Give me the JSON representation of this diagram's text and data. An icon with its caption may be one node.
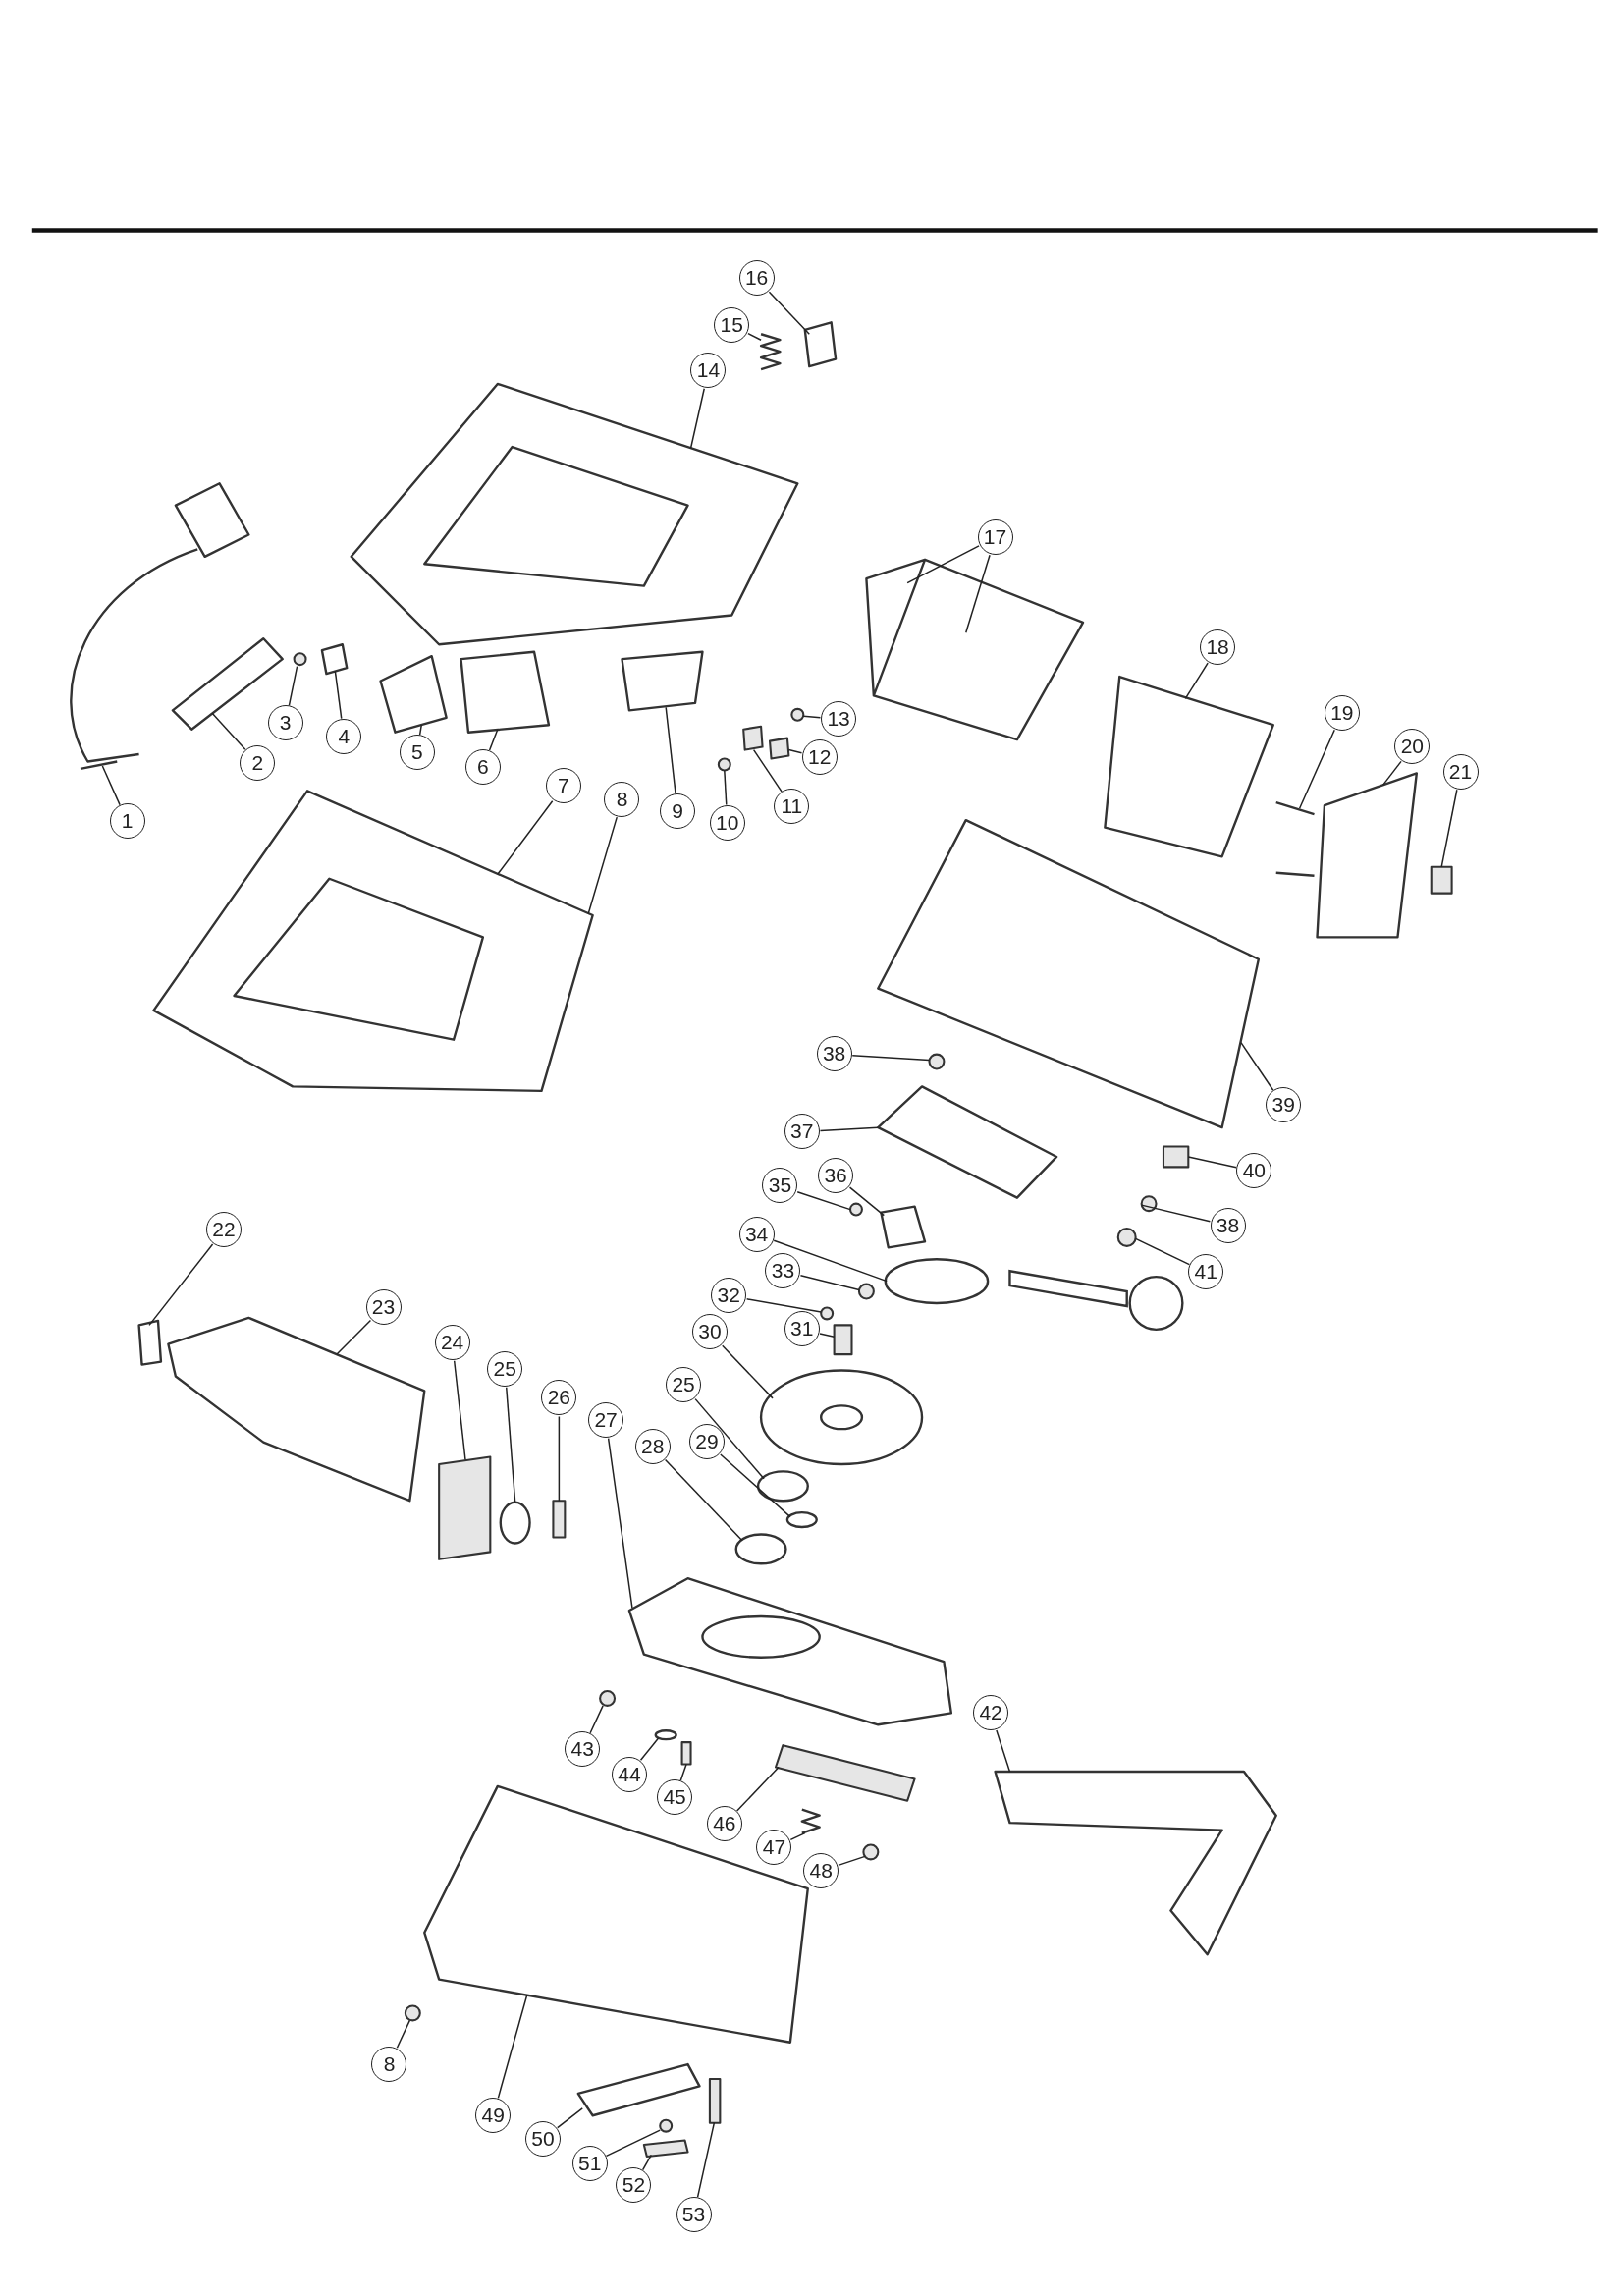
{
  "diagram": {
    "nodes": [
      {
        "text": [
          "16"
        ]
      },
      {
        "text": [
          "15"
        ]
      },
      {
        "text": [
          "14"
        ]
      },
      {
        "text": [
          "17"
        ]
      },
      {
        "text": [
          "18"
        ]
      },
      {
        "text": [
          "19"
        ]
      },
      {
        "text": [
          "20"
        ]
      },
      {
        "text": [
          "21"
        ]
      },
      {
        "text": [
          "13"
        ]
      },
      {
        "text": [
          "12"
        ]
      },
      {
        "text": [
          "1"
        ]
      },
      {
        "text": [
          "2"
        ]
      },
      {
        "text": [
          "3"
        ]
      },
      {
        "text": [
          "4"
        ]
      },
      {
        "text": [
          "5"
        ]
      },
      {
        "text": [
          "6"
        ]
      },
      {
        "text": [
          "9"
        ]
      },
      {
        "text": [
          "10"
        ]
      },
      {
        "text": [
          "11"
        ]
      },
      {
        "text": [
          "7"
        ]
      },
      {
        "text": [
          "8"
        ]
      },
      {
        "text": [
          "38"
        ]
      },
      {
        "text": [
          "37"
        ]
      },
      {
        "text": [
          "39"
        ]
      },
      {
        "text": [
          "40"
        ]
      },
      {
        "text": [
          "36"
        ]
      },
      {
        "text": [
          "35"
        ]
      },
      {
        "text": [
          "38"
        ]
      },
      {
        "text": [
          "34"
        ]
      },
      {
        "text": [
          "41"
        ]
      },
      {
        "text": [
          "22"
        ]
      },
      {
        "text": [
          "23"
        ]
      },
      {
        "text": [
          "32"
        ]
      },
      {
        "text": [
          "33"
        ]
      },
      {
        "text": [
          "31"
        ]
      },
      {
        "text": [
          "30"
        ]
      },
      {
        "text": [
          "24"
        ]
      },
      {
        "text": [
          "25"
        ]
      },
      {
        "text": [
          "26"
        ]
      },
      {
        "text": [
          "27"
        ]
      },
      {
        "text": [
          "25"
        ]
      },
      {
        "text": [
          "28"
        ]
      },
      {
        "text": [
          "29"
        ]
      },
      {
        "text": [
          "42"
        ]
      },
      {
        "text": [
          "43"
        ]
      },
      {
        "text": [
          "44"
        ]
      },
      {
        "text": [
          "45"
        ]
      },
      {
        "text": [
          "46"
        ]
      },
      {
        "text": [
          "47"
        ]
      },
      {
        "text": [
          "48"
        ]
      },
      {
        "text": [
          "8"
        ]
      },
      {
        "text": [
          "49"
        ]
      },
      {
        "text": [
          "50"
        ]
      },
      {
        "text": [
          "51"
        ]
      },
      {
        "text": [
          "52"
        ]
      },
      {
        "text": [
          "53"
        ]
      },
      {
        "text": [],
        "shape": "picture"
      },
      {
        "text": [],
        "shape": "picture"
      },
      {
        "text": [],
        "shape": "picture"
      },
      {
        "text": [],
        "shape": "picture"
      },
      {
        "text": [],
        "shape": "picture"
      },
      {
        "text": [],
        "shape": "picture"
      },
      {
        "text": [],
        "shape": "picture"
      },
      {
        "text": [],
        "shape": "box"
      },
      {
        "text": [],
        "shape": "circle"
      },
      {
        "text": [],
        "shape": "box"
      },
      {
        "text": [],
        "shape": "picture"
      },
      {
        "text": [],
        "shape": "picture"
      },
      {
        "text": [],
        "shape": "circle"
      },
      {
        "text": [],
        "shape": "picture"
      },
      {
        "text": [],
        "shape": "picture"
      },
      {
        "text": [],
        "shape": "picture"
      },
      {
        "text": [],
        "shape": "picture"
      },
      {
        "text": [],
        "shape": "circle"
      },
      {
        "text": [],
        "shape": "box"
      },
      {
        "text": [],
        "shape": "picture"
      },
      {
        "text": [],
        "shape": "circle"
      },
      {
        "text": [],
        "shape": "picture"
      },
      {
        "text": [],
        "shape": "picture"
      },
      {
        "text": [],
        "shape": "box"
      },
      {
        "text": [],
        "shape": "picture"
      },
      {
        "text": [],
        "shape": "circle"
      },
      {
        "text": [],
        "shape": "circle"
      },
      {
        "text": [],
        "shape": "picture"
      },
      {
        "text": [],
        "shape": "circle"
      },
      {
        "text": [],
        "shape": "picture"
      },
      {
        "text": [],
        "shape": "picture"
      },
      {
        "text": [],
        "shape": "circle"
      },
      {
        "text": [],
        "shape": "circle"
      },
      {
        "text": [],
        "shape": "box"
      },
      {
        "text": [],
        "shape": "picture"
      },
      {
        "text": [],
        "shape": "box"
      },
      {
        "text": [],
        "shape": "picture"
      },
      {
        "text": [],
        "shape": "box"
      },
      {
        "text": [],
        "shape": "picture"
      },
      {
        "text": [],
        "shape": "picture"
      },
      {
        "text": [],
        "shape": "picture"
      },
      {
        "text": [],
        "shape": "picture"
      },
      {
        "text": [],
        "shape": "picture"
      },
      {
        "text": [],
        "shape": "circle"
      },
      {
        "text": [],
        "shape": "picture"
      },
      {
        "text": [],
        "shape": "box"
      },
      {
        "text": [],
        "shape": "box"
      },
      {
        "text": [],
        "shape": "picture"
      },
      {
        "text": [],
        "shape": "circle"
      },
      {
        "text": [],
        "shape": "circle"
      },
      {
        "text": [],
        "shape": "picture"
      },
      {
        "text": [],
        "shape": "picture"
      },
      {
        "text": [],
        "shape": "circle"
      },
      {
        "text": [],
        "shape": "box"
      },
      {
        "text": [],
        "shape": "box"
      }
    ],
    "edges": [
      {
        "from": 0,
        "to": 56,
        "arrow": "none"
      },
      {
        "from": 1,
        "to": 57,
        "arrow": "none"
      },
      {
        "from": 2,
        "to": 58,
        "arrow": "none"
      },
      {
        "from": 3,
        "to": 59,
        "arrow": "none"
      },
      {
        "from": 3,
        "to": 59,
        "arrow": "none"
      },
      {
        "from": 4,
        "to": 60,
        "arrow": "none"
      },
      {
        "from": 5,
        "to": 61,
        "arrow": "none"
      },
      {
        "from": 6,
        "to": 62,
        "arrow": "none"
      },
      {
        "from": 7,
        "to": 63,
        "arrow": "none"
      },
      {
        "from": 8,
        "to": 64,
        "arrow": "none"
      },
      {
        "from": 9,
        "to": 65,
        "arrow": "none"
      },
      {
        "from": 10,
        "to": 66,
        "arrow": "none"
      },
      {
        "from": 11,
        "to": 67,
        "arrow": "none"
      },
      {
        "from": 12,
        "to": 68,
        "arrow": "none"
      },
      {
        "from": 13,
        "to": 69,
        "arrow": "none"
      },
      {
        "from": 14,
        "to": 70,
        "arrow": "none"
      },
      {
        "from": 15,
        "to": 71,
        "arrow": "none"
      },
      {
        "from": 16,
        "to": 72,
        "arrow": "none"
      },
      {
        "from": 17,
        "to": 73,
        "arrow": "none"
      },
      {
        "from": 18,
        "to": 74,
        "arrow": "none"
      },
      {
        "from": 19,
        "to": 75,
        "arrow": "none"
      },
      {
        "from": 20,
        "to": 75,
        "arrow": "none"
      },
      {
        "from": 21,
        "to": 76,
        "arrow": "none"
      },
      {
        "from": 22,
        "to": 77,
        "arrow": "none"
      },
      {
        "from": 23,
        "to": 78,
        "arrow": "none"
      },
      {
        "from": 24,
        "to": 79,
        "arrow": "none"
      },
      {
        "from": 25,
        "to": 80,
        "arrow": "none"
      },
      {
        "from": 26,
        "to": 81,
        "arrow": "none"
      },
      {
        "from": 27,
        "to": 82,
        "arrow": "none"
      },
      {
        "from": 28,
        "to": 83,
        "arrow": "none"
      },
      {
        "from": 29,
        "to": 84,
        "arrow": "none"
      },
      {
        "from": 30,
        "to": 85,
        "arrow": "none"
      },
      {
        "from": 31,
        "to": 86,
        "arrow": "none"
      },
      {
        "from": 32,
        "to": 87,
        "arrow": "none"
      },
      {
        "from": 33,
        "to": 88,
        "arrow": "none"
      },
      {
        "from": 34,
        "to": 89,
        "arrow": "none"
      },
      {
        "from": 35,
        "to": 90,
        "arrow": "none"
      },
      {
        "from": 36,
        "to": 91,
        "arrow": "none"
      },
      {
        "from": 37,
        "to": 92,
        "arrow": "none"
      },
      {
        "from": 38,
        "to": 93,
        "arrow": "none"
      },
      {
        "from": 39,
        "to": 94,
        "arrow": "none"
      },
      {
        "from": 40,
        "to": 95,
        "arrow": "none"
      },
      {
        "from": 41,
        "to": 96,
        "arrow": "none"
      },
      {
        "from": 42,
        "to": 97,
        "arrow": "none"
      },
      {
        "from": 43,
        "to": 98,
        "arrow": "none"
      },
      {
        "from": 44,
        "to": 99,
        "arrow": "none"
      },
      {
        "from": 45,
        "to": 100,
        "arrow": "none"
      },
      {
        "from": 46,
        "to": 101,
        "arrow": "none"
      },
      {
        "from": 47,
        "to": 102,
        "arrow": "none"
      },
      {
        "from": 48,
        "to": 103,
        "arrow": "none"
      },
      {
        "from": 49,
        "to": 104,
        "arrow": "none"
      },
      {
        "from": 50,
        "to": 105,
        "arrow": "none"
      },
      {
        "from": 51,
        "to": 106,
        "arrow": "none"
      },
      {
        "from": 52,
        "to": 107,
        "arrow": "none"
      },
      {
        "from": 53,
        "to": 108,
        "arrow": "none"
      },
      {
        "from": 54,
        "to": 109,
        "arrow": "none"
      },
      {
        "from": 55,
        "to": 110,
        "arrow": "none"
      }
    ]
  }
}
